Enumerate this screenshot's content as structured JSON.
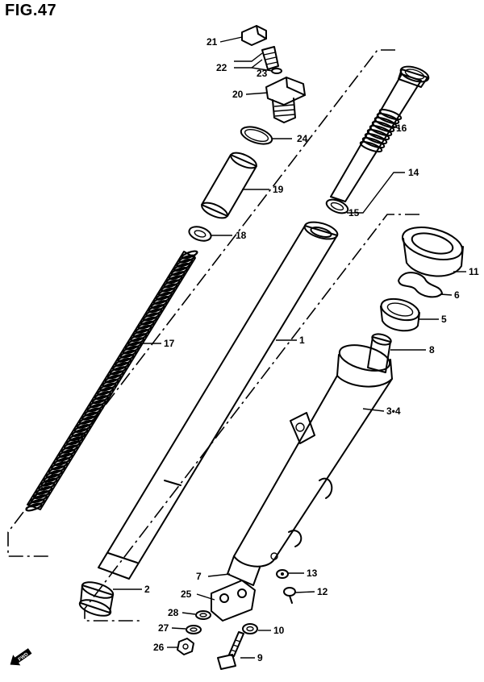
{
  "figure": {
    "title": "FIG.47"
  },
  "parts": [
    {
      "id": "p21",
      "label": "21"
    },
    {
      "id": "p22",
      "label": "22"
    },
    {
      "id": "p23",
      "label": "23"
    },
    {
      "id": "p20",
      "label": "20"
    },
    {
      "id": "p24",
      "label": "24"
    },
    {
      "id": "p19",
      "label": "19"
    },
    {
      "id": "p18",
      "label": "18"
    },
    {
      "id": "p17",
      "label": "17"
    },
    {
      "id": "p1",
      "label": "1"
    },
    {
      "id": "p2",
      "label": "2"
    },
    {
      "id": "p16",
      "label": "16"
    },
    {
      "id": "p14",
      "label": "14"
    },
    {
      "id": "p15",
      "label": "15"
    },
    {
      "id": "p11",
      "label": "11"
    },
    {
      "id": "p6",
      "label": "6"
    },
    {
      "id": "p5",
      "label": "5"
    },
    {
      "id": "p8",
      "label": "8"
    },
    {
      "id": "p34",
      "label": "3•4"
    },
    {
      "id": "p7",
      "label": "7"
    },
    {
      "id": "p13",
      "label": "13"
    },
    {
      "id": "p12",
      "label": "12"
    },
    {
      "id": "p25",
      "label": "25"
    },
    {
      "id": "p28",
      "label": "28"
    },
    {
      "id": "p27",
      "label": "27"
    },
    {
      "id": "p10",
      "label": "10"
    },
    {
      "id": "p26",
      "label": "26"
    },
    {
      "id": "p9",
      "label": "9"
    }
  ],
  "front_badge": {
    "text": "FWD"
  }
}
